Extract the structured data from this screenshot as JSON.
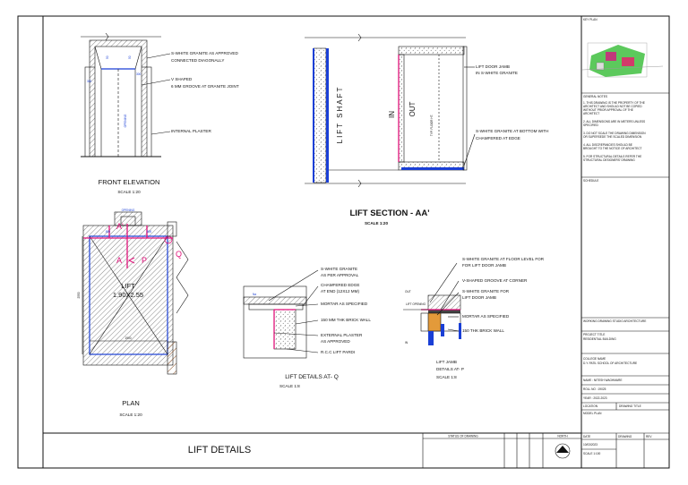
{
  "sheet": {
    "title": "LIFT DETAILS",
    "status_of_drawing_label": "STATUS OF DRAWING",
    "north_label": "NORTH"
  },
  "front_elevation": {
    "title": "FRONT ELEVATION",
    "scale": "SCALE 1:20",
    "dims": [
      "300",
      "300",
      "50",
      "50"
    ],
    "opening_label": "OPENING",
    "notes": [
      "S-WHITE GRANITE AS APPROVED",
      "CONNECTED DIAGONALLY",
      "V SHAPED",
      "6 MM GROOVE AT GRANITE JOINT",
      "INTERNAL PLASTER"
    ]
  },
  "lift_section": {
    "title": "LIFT SECTION - AA'",
    "scale": "SCALE 1:20",
    "shaft_label": "LIFT SHAFT",
    "in_label": "IN",
    "out_label": "OUT",
    "floor_label": "TYP. FLOOR HT.",
    "notes": [
      "LIFT DOOR JAMB",
      "IN S-WHITE GRANITE",
      "S-WHITE GRANITE AT BOTTOM WITH",
      "CHAMFERED AT EDGE"
    ]
  },
  "plan": {
    "title": "PLAN",
    "scale": "SCALE 1:20",
    "opening_label": "OPENING",
    "lift_label": "LIFT",
    "size_label": "1.90X2.55",
    "dims": [
      ".500",
      ".500",
      "2550",
      "1900"
    ],
    "marker_a": "A",
    "marker_a2": "A'",
    "marker_p": "P",
    "marker_q": "Q"
  },
  "details_q": {
    "title": "LIFT DETAILS AT- Q",
    "scale": "SCALE 1:8",
    "notes": [
      "S-WHITE GRANITE",
      "AS PER APPROVAL",
      "CHAMFERED EDGE",
      "AT END (12X12 MM)",
      "MORTAR AS SPECIFIED",
      "150 MM THK BRICK WALL",
      "EXTERNAL PLASTER",
      "AS APPROVED",
      "R.C.C LIFT PARDI"
    ]
  },
  "details_p": {
    "title": "LIFT JAMB",
    "title2": "DETAILS AT- P",
    "scale": "SCALE 1:8",
    "out_label": "OUT",
    "in_label": "IN",
    "opening_label": "LIFT OPENING",
    "notes": [
      "S-WHITE GRANITE AT FLOOR LEVEL FOR",
      "FOR LIFT DOOR JAMB",
      "V-SHAPED GROOVE AT CORNER",
      "S-WHITE GRANITE FOR",
      "LIFT DOOR JAMB",
      "MORTAR AS SPECIFIED",
      "150 THK BRICK WALL"
    ]
  },
  "title_block": {
    "key_plan": "KEY PLAN",
    "general_notes": "GENERAL NOTES",
    "notes": [
      "1. THIS DRAWING IS THE PROPERTY OF THE ARCHITECT AND SHOULD NOT BE COPIED WITHOUT PRIOR APPROVAL OF THE ARCHITECT",
      "2. ALL DIMENSIONS ARE IN METERS UNLESS SPECIFIED",
      "3. DO NOT SCALE THE DRAWING DIMENSION OR SUPERSEDE THE SCALED DIMENSION",
      "4. ALL DISCREPANCIES SHOULD BE BROUGHT TO THE NOTICE OF ARCHITECT",
      "5. FOR STRUCTURAL DETAILS REFER THE STRUCTURAL DESIGNERS' DRAWING"
    ],
    "schedule": "SCHEDULE",
    "drawing_status": "WORKING DRAWING STUDIO ARCHITECTURE",
    "project_title": "PROJECT TITLE",
    "project_name": "RESIDENTIAL BUILDING",
    "college_label": "COLLEGE NAME",
    "college_name": "D.Y. PATIL SCHOOL OF ARCHITECTURE",
    "name": "NAME : NITESH WAGHMARE",
    "roll_no": "ROLL NO : 19025",
    "year": "YEAR : 2022-2023",
    "location": "LOCATION",
    "drawing_title_label": "DRAWING TITLE",
    "model_plan": "MODEL PLAN",
    "date_label": "DATE",
    "date_value": "10/03/2023",
    "drawing_label": "DRAWING",
    "rev_label": "REV",
    "scale_value": "SCALE 1:100"
  },
  "colors": {
    "line": "#111111",
    "blue": "#1a3fd6",
    "magenta": "#e0127a",
    "key_plan_green": "#3fbf3f"
  }
}
